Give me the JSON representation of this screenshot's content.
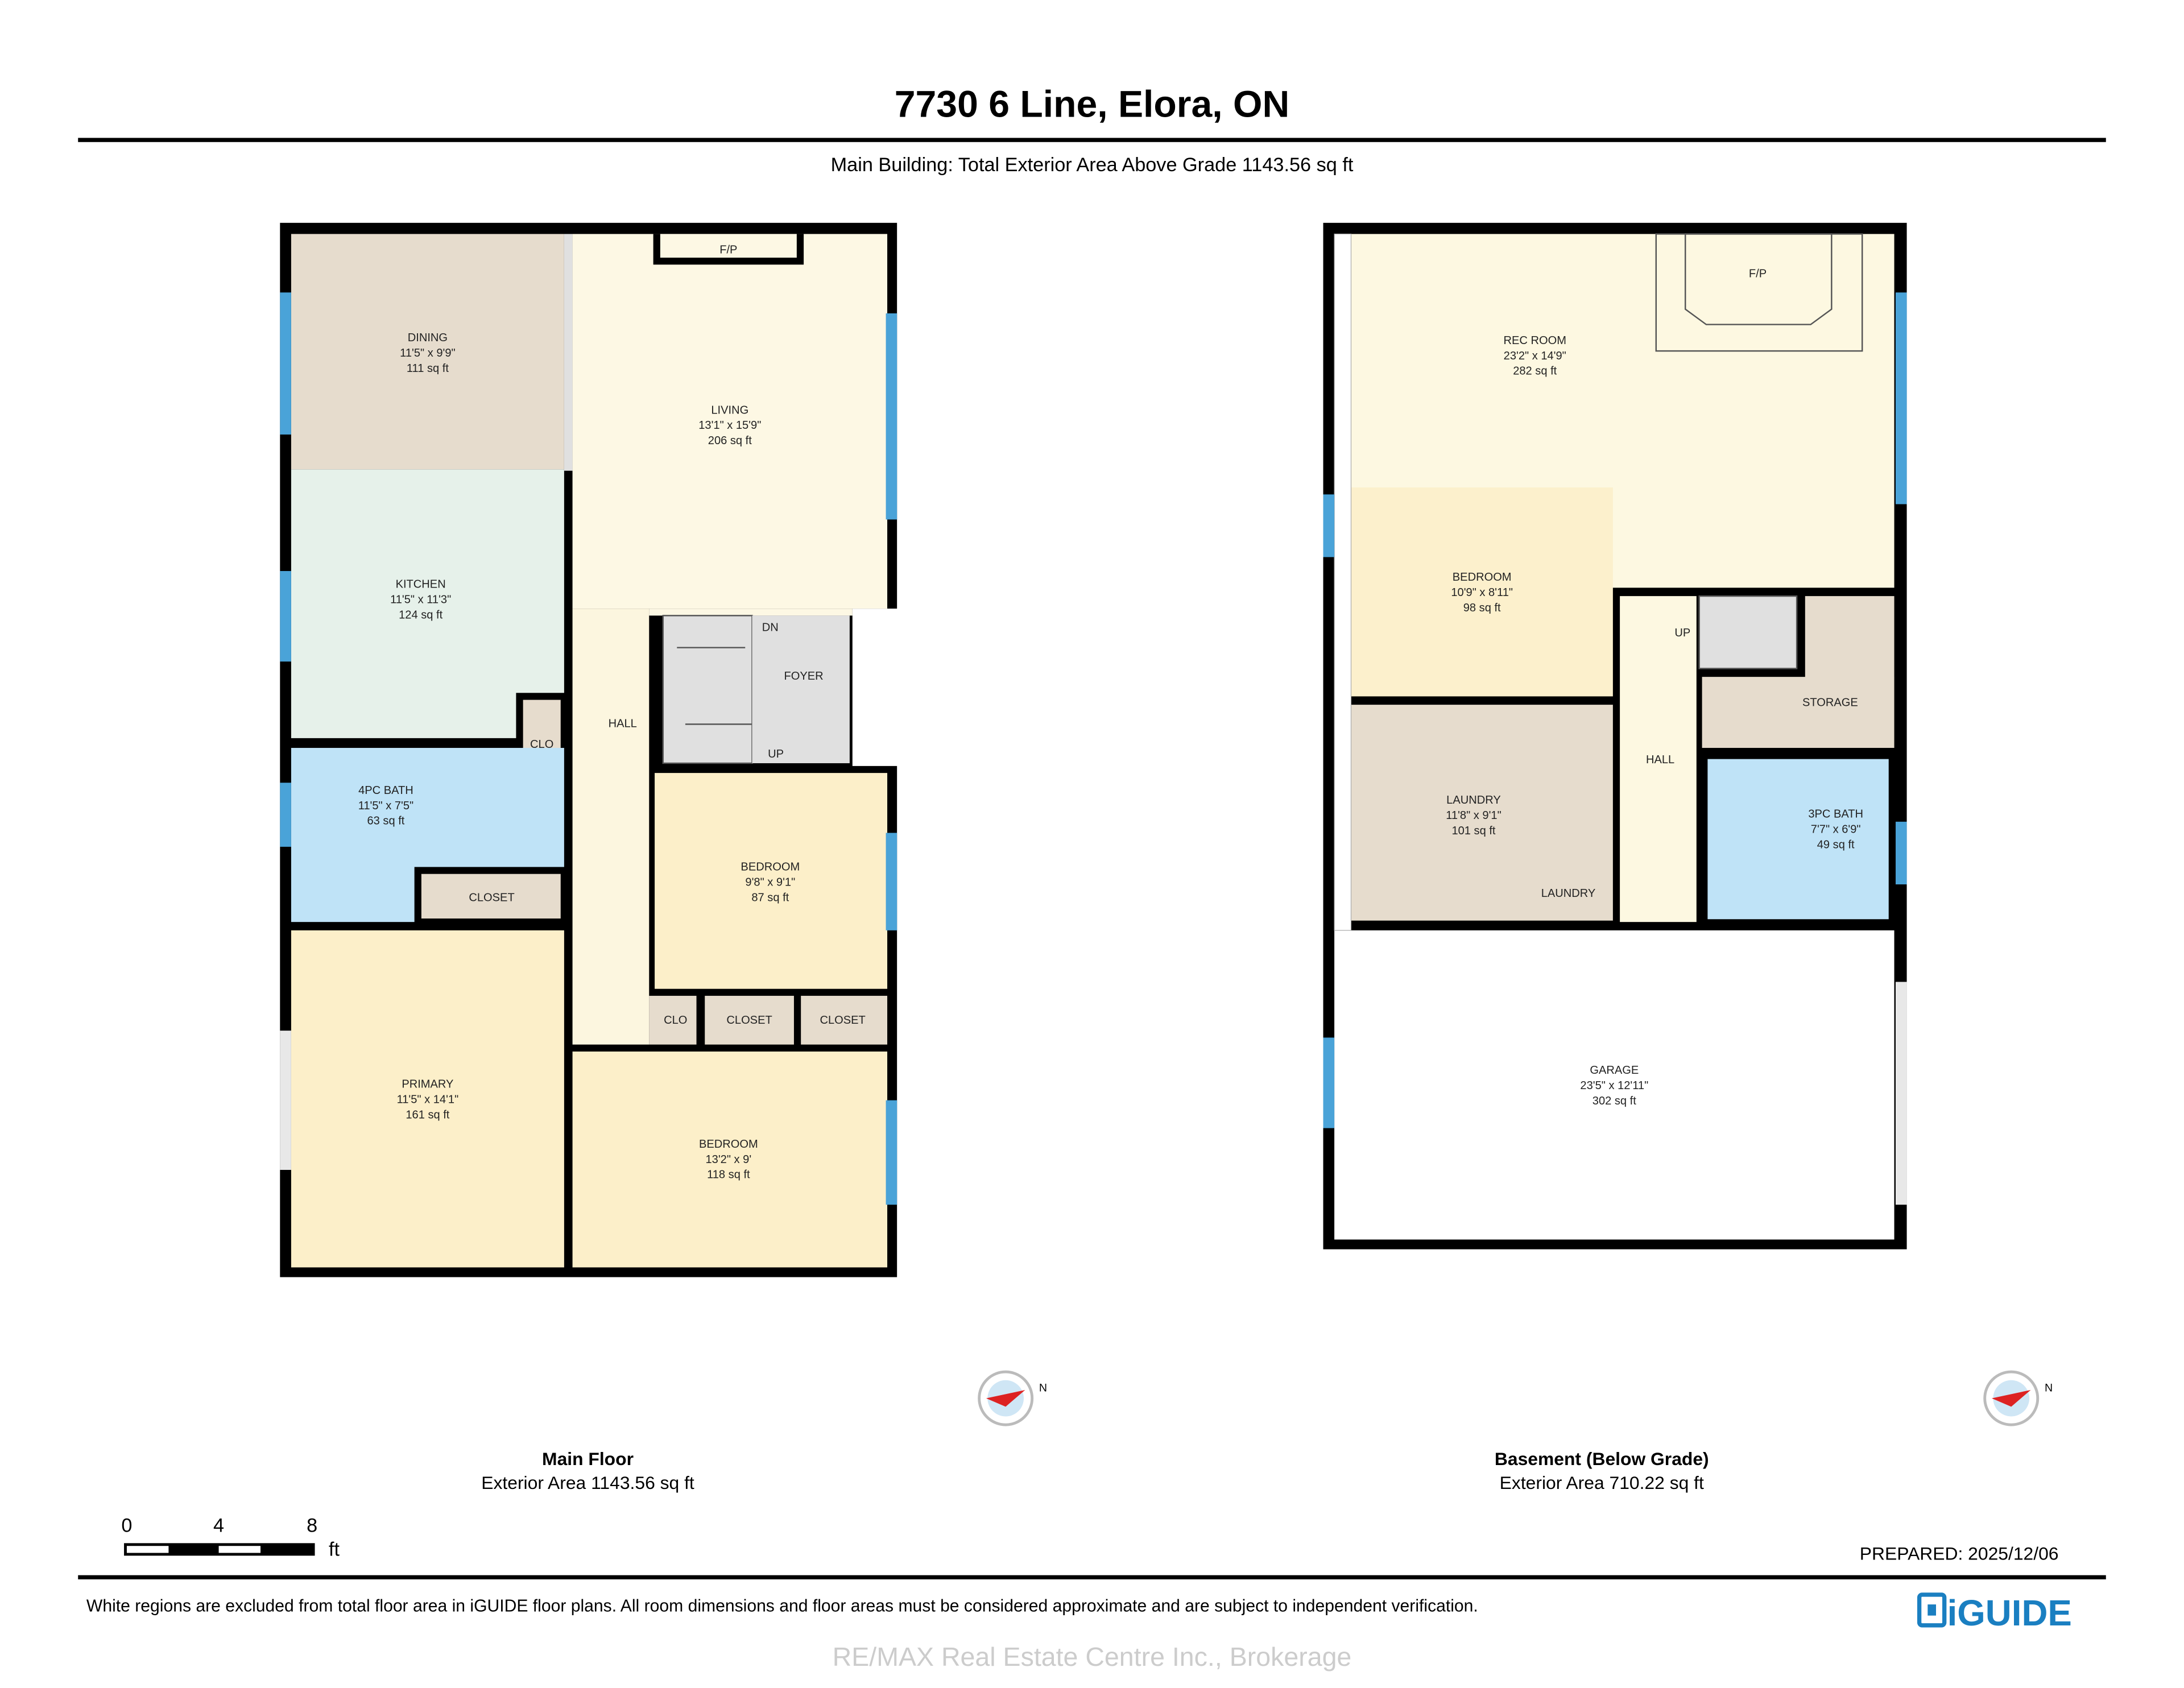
{
  "header": {
    "title": "7730 6 Line, Elora, ON",
    "subtitle": "Main Building: Total Exterior Area Above Grade 1143.56 sq ft"
  },
  "main_floor": {
    "name": "Main Floor",
    "area": "Exterior Area 1143.56 sq ft",
    "rooms": [
      {
        "name": "DINING",
        "dims": "11'5\" x 9'9\"",
        "area": "111 sq ft"
      },
      {
        "name": "LIVING",
        "dims": "13'1\" x 15'9\"",
        "area": "206 sq ft"
      },
      {
        "name": "KITCHEN",
        "dims": "11'5\" x 11'3\"",
        "area": "124 sq ft"
      },
      {
        "name": "4PC BATH",
        "dims": "11'5\" x 7'5\"",
        "area": "63 sq ft"
      },
      {
        "name": "BEDROOM",
        "dims": "9'8\" x 9'1\"",
        "area": "87 sq ft"
      },
      {
        "name": "PRIMARY",
        "dims": "11'5\" x 14'1\"",
        "area": "161 sq ft"
      },
      {
        "name": "BEDROOM",
        "dims": "13'2\" x 9'",
        "area": "118 sq ft"
      }
    ],
    "labels": {
      "fp": "F/P",
      "dn": "DN",
      "up": "UP",
      "foyer": "FOYER",
      "hall": "HALL",
      "clo1": "CLO",
      "closet1": "CLOSET",
      "clo2": "CLO",
      "closet2": "CLOSET",
      "closet3": "CLOSET"
    }
  },
  "basement": {
    "name": "Basement (Below Grade)",
    "area": "Exterior Area 710.22 sq ft",
    "rooms": [
      {
        "name": "REC ROOM",
        "dims": "23'2\" x 14'9\"",
        "area": "282 sq ft"
      },
      {
        "name": "BEDROOM",
        "dims": "10'9\" x 8'11\"",
        "area": "98 sq ft"
      },
      {
        "name": "LAUNDRY",
        "dims": "11'8\" x 9'1\"",
        "area": "101 sq ft"
      },
      {
        "name": "3PC BATH",
        "dims": "7'7\" x 6'9\"",
        "area": "49 sq ft"
      },
      {
        "name": "GARAGE",
        "dims": "23'5\" x 12'11\"",
        "area": "302 sq ft"
      }
    ],
    "labels": {
      "fp": "F/P",
      "up": "UP",
      "hall": "HALL",
      "storage": "STORAGE",
      "laundry": "LAUNDRY"
    }
  },
  "scale_bar": {
    "ticks": [
      "0",
      "4",
      "8"
    ],
    "unit": "ft"
  },
  "prepared": "PREPARED: 2025/12/06",
  "footer": {
    "disclaimer": "White regions are excluded from total floor area in iGUIDE floor plans. All room dimensions and floor areas must be considered approximate and are subject to independent verification.",
    "watermark": "RE/MAX Real Estate Centre Inc., Brokerage",
    "logo": "iGUIDE"
  },
  "compass": {
    "north_label": "N"
  },
  "colors": {
    "brand": "#1a7fc1",
    "window": "#4aa3d8",
    "dining": "#e6dccd",
    "kitchen": "#e6f1ea",
    "living": "#fdf8e4",
    "bedroom": "#fcefc9",
    "bath": "#bfe3f7",
    "stairs": "#e0e0e0"
  }
}
